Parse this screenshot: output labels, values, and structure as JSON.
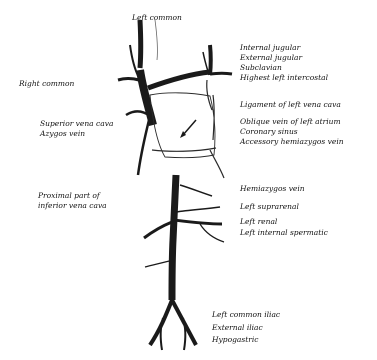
{
  "figure": {
    "labels": {
      "left_common_top": "Left common",
      "internal_jugular": "Internal jugular",
      "external_jugular": "External jugular",
      "subclavian": "Subclavian",
      "highest_left_intercostal": "Highest left intercostal",
      "right_common": "Right common",
      "superior_vena_cava": "Superior vena cava",
      "azygos_vein": "Azygos vein",
      "ligament_left_vena_cava": "Ligament of left vena cava",
      "oblique_vein_left_atrium": "Oblique vein of left atrium",
      "coronary_sinus": "Coronary sinus",
      "accessory_hemiazygos": "Accessory hemiazygos vein",
      "proximal_part_ivc_1": "Proximal part of",
      "proximal_part_ivc_2": "inferior vena cava",
      "hemiazygos_vein": "Hemiazygos vein",
      "left_suprarenal": "Left suprarenal",
      "left_renal": "Left renal",
      "left_internal_spermatic": "Left internal spermatic",
      "left_common_iliac": "Left common iliac",
      "external_iliac": "External iliac",
      "hypogastric": "Hypogastric"
    },
    "colors": {
      "vessel_fill": "#1a1a1a",
      "vessel_outline": "#2a2a2a",
      "text": "#111111"
    }
  }
}
